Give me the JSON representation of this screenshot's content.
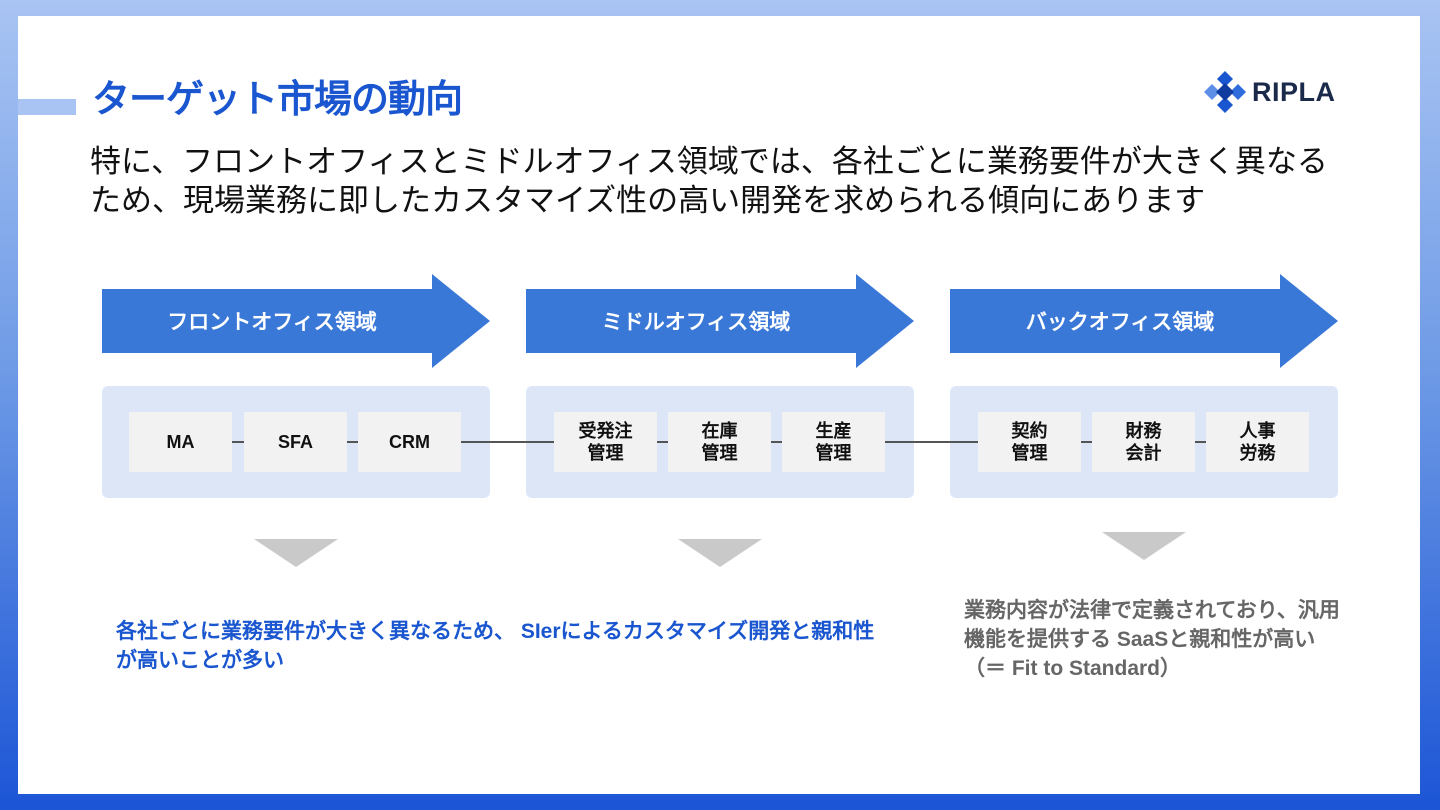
{
  "title": "ターゲット市場の動向",
  "logo": {
    "text": "RIPLA"
  },
  "lead": "特に、フロントオフィスとミドルオフィス領域では、各社ごとに業務要件が大きく異なるため、現場業務に即したカスタマイズ性の高い開発を求められる傾向にあります",
  "domains": [
    {
      "label": "フロントオフィス領域",
      "items": [
        "MA",
        "SFA",
        "CRM"
      ]
    },
    {
      "label": "ミドルオフィス領域",
      "items": [
        "受発注\n管理",
        "在庫\n管理",
        "生産\n管理"
      ]
    },
    {
      "label": "バックオフィス領域",
      "items": [
        "契約\n管理",
        "財務\n会計",
        "人事\n労務"
      ]
    }
  ],
  "notes": {
    "front_middle": "各社ごとに業務要件が大きく異なるため、 SIerによるカスタマイズ開発と親和性が高いことが多い",
    "back": "業務内容が法律で定義されており、汎用機能を提供する SaaSと親和性が高い（＝ Fit to Standard）"
  },
  "colors": {
    "primary_blue": "#1a56cf",
    "arrow_blue": "#3a78d8",
    "panel_bg": "#dde6f7",
    "note_gray": "#666666"
  }
}
